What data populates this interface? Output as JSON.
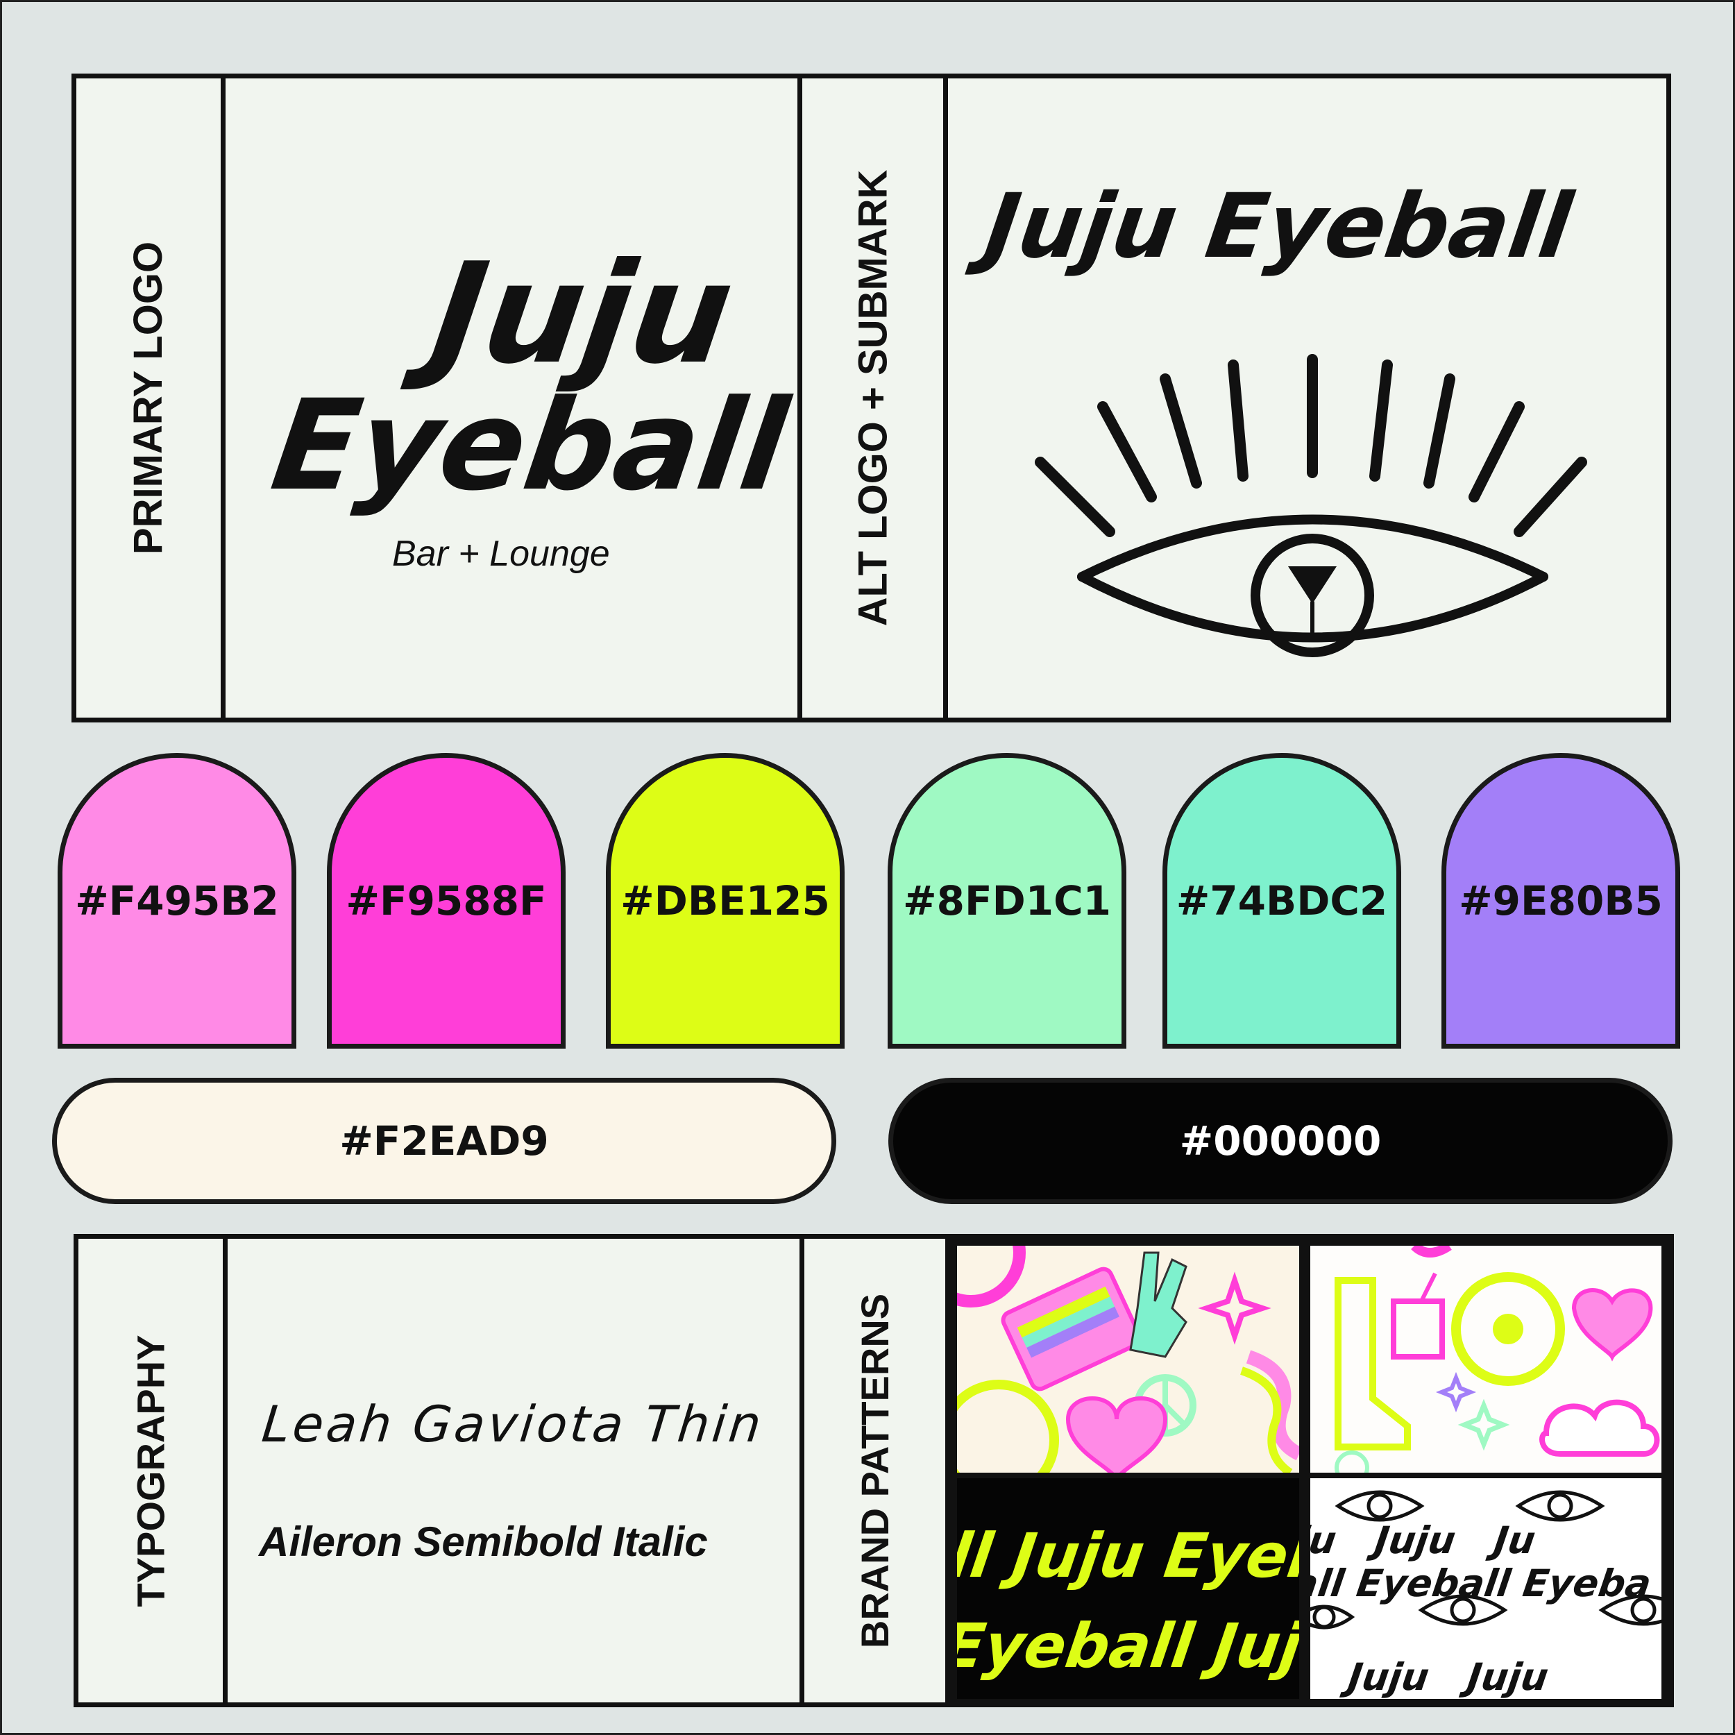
{
  "primary_logo": {
    "label": "PRIMARY LOGO",
    "line1": "Juju",
    "line2": "Eyeball",
    "tagline": "Bar + Lounge"
  },
  "alt_logo": {
    "label": "ALT LOGO + SUBMARK",
    "wordmark": "Juju Eyeball",
    "submark_icon": "eye-with-martini-icon"
  },
  "palette": {
    "swatches": [
      {
        "hex": "#F495B2",
        "color": "#ff8ae6"
      },
      {
        "hex": "#F9588F",
        "color": "#ff3ed8"
      },
      {
        "hex": "#DBE125",
        "color": "#ddfd16"
      },
      {
        "hex": "#8FD1C1",
        "color": "#9ff9c3"
      },
      {
        "hex": "#74BDC2",
        "color": "#7ef1cd"
      },
      {
        "hex": "#9E80B5",
        "color": "#a37ff8"
      }
    ],
    "neutrals": [
      {
        "hex": "#F2EAD9",
        "color": "#fbf5e8",
        "text_color": "#111111"
      },
      {
        "hex": "#000000",
        "color": "#050505",
        "text_color": "#ffffff"
      }
    ]
  },
  "typography": {
    "label": "TYPOGRAPHY",
    "font1": "Leah Gaviota Thin",
    "font2": "Aileron Semibold Italic"
  },
  "patterns": {
    "label": "BRAND PATTERNS",
    "pattern_text": "Juju Eyeball",
    "dark_lines": [
      "ll Juju Eyeb",
      "Eyeball Juj"
    ],
    "light_lines": [
      "ju   Juju   Ju",
      "all Eyeball Eyeba",
      "Juju   Juju"
    ]
  }
}
